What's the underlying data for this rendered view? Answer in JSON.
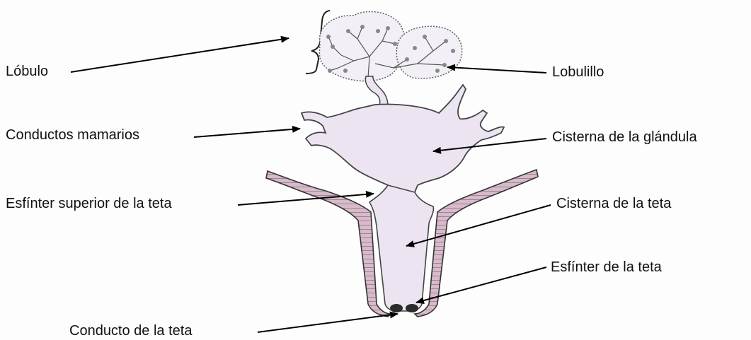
{
  "labels": {
    "lobulo": "Lóbulo",
    "lobulillo": "Lobulillo",
    "conductos_mamarios": "Conductos mamarios",
    "cisterna_glandula": "Cisterna de la glándula",
    "esfinter_superior": "Esfínter superior de la teta",
    "cisterna_teta": "Cisterna de la teta",
    "esfinter_teta": "Esfínter de la teta",
    "conducto_teta": "Conducto de la teta"
  },
  "colors": {
    "tissue_fill": "#ece4f1",
    "wall_fill": "#d9b9cc",
    "outline": "#333333",
    "arrow": "#000000"
  }
}
